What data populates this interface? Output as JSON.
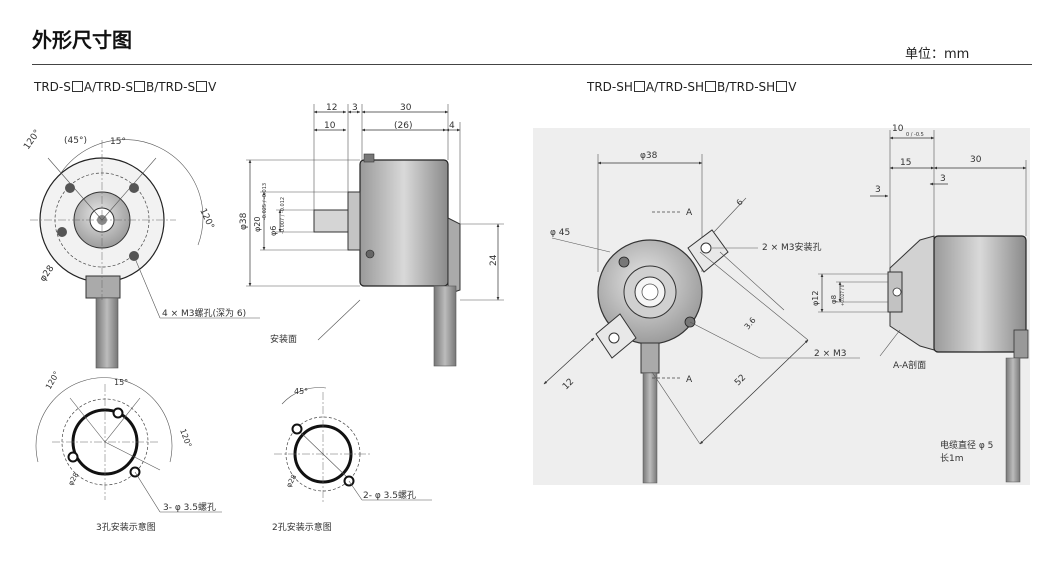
{
  "header": {
    "title": "外形尺寸图",
    "unit": "单位：mm"
  },
  "left_drawing": {
    "model_parts": [
      "TRD-S",
      "A/TRD-S",
      "B/TRD-S",
      "V"
    ],
    "front_view": {
      "angle_120_left": "120°",
      "angle_45": "(45°)",
      "angle_15": "15°",
      "angle_120_right": "120°",
      "dia_28": "φ28"
    },
    "side_view": {
      "dim_12": "12",
      "dim_3": "3",
      "dim_30": "30",
      "dim_10": "10",
      "dim_26": "(26)",
      "dim_4": "4",
      "dia_38": "φ38",
      "dia_20": "φ20",
      "dia_20_tol": "-0.025 / -0.013",
      "dia_6": "φ6",
      "dia_6_tol": "-0.007 / -0.012",
      "dim_24": "24"
    },
    "callout_screw": "4 × M3螺孔(深为 6)",
    "callout_mount_face": "安装面",
    "three_hole": {
      "angle_120a": "120°",
      "angle_15": "15°",
      "angle_120b": "120°",
      "dia_28": "φ28",
      "hole_label": "3- φ 3.5螺孔",
      "caption": "3孔安装示意图"
    },
    "two_hole": {
      "angle_45": "45°",
      "dia_28": "φ28",
      "hole_label": "2- φ 3.5螺孔",
      "caption": "2孔安装示意图"
    }
  },
  "right_drawing": {
    "model_parts": [
      "TRD-SH",
      "A/TRD-SH",
      "B/TRD-SH",
      "V"
    ],
    "front_view": {
      "dia_38": "φ38",
      "dia_45": "φ 45",
      "section_a_top": "A",
      "section_a_bottom": "A",
      "dim_6": "6",
      "callout_mount_holes": "2 × M3安装孔",
      "dim_36": "3.6",
      "dim_12": "12",
      "dim_52": "52",
      "callout_m3": "2 × M3"
    },
    "side_view": {
      "dim_10": "10",
      "dim_10_tol": "0 / -0.5",
      "dim_15": "15",
      "dim_30": "30",
      "dim_3a": "3",
      "dim_3b": "3",
      "dia_12": "φ12",
      "dia_8": "φ8",
      "dia_8_tol": "+0.027 / 0",
      "section_label": "A-A剖面",
      "cable_note_1": "电缆直径 φ 5",
      "cable_note_2": "长1m"
    }
  }
}
